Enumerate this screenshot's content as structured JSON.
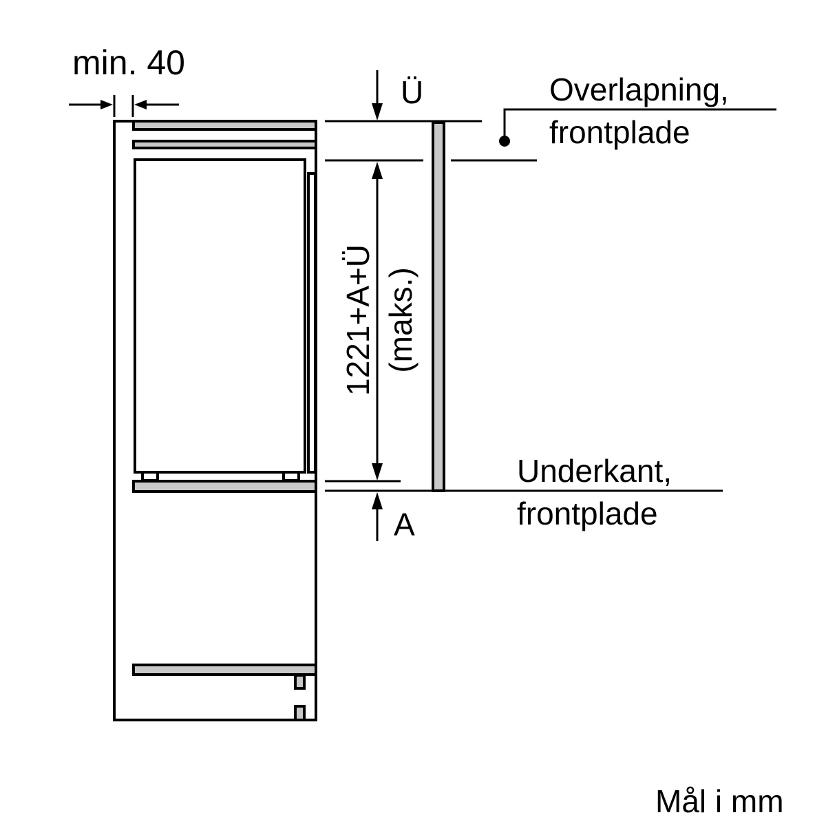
{
  "diagram": {
    "labels": {
      "min_clearance": "min. 40",
      "overlap_symbol": "Ü",
      "overlap_title": "Overlapning,",
      "overlap_sub": "frontplade",
      "height_formula": "1221+A+Ü",
      "height_qualifier": "(maks.)",
      "bottom_edge_title": "Underkant,",
      "bottom_edge_sub": "frontplade",
      "a_symbol": "A",
      "units_note": "Mål i mm"
    },
    "colors": {
      "line": "#000000",
      "panel_fill": "#c8c8c8",
      "background": "#ffffff"
    }
  }
}
